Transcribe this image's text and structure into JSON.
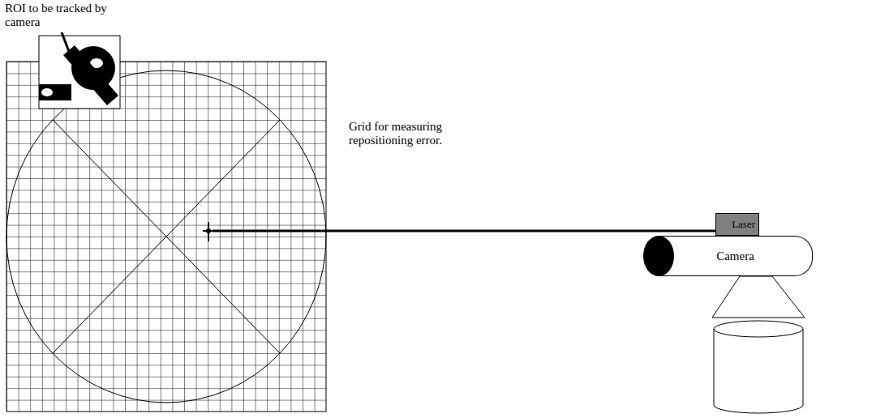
{
  "diagram": {
    "nodes": [
      {
        "text": [
          "Laser"
        ]
      },
      {
        "text": [
          "Camera"
        ]
      }
    ],
    "labels": [
      "ROI to be tracked by camera",
      "Grid for measuring repositioning error."
    ]
  }
}
